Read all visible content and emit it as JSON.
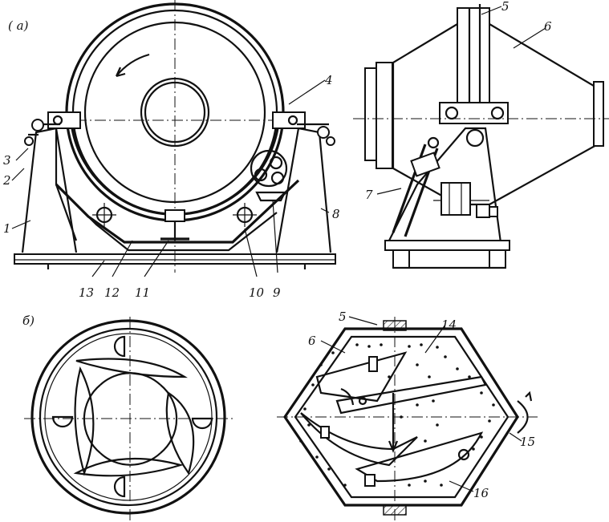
{
  "sections": {
    "a": "( а)",
    "b": "б)"
  },
  "labels": [
    "1",
    "2",
    "3",
    "4",
    "5",
    "6",
    "7",
    "8",
    "9",
    "10",
    "11",
    "12",
    "13",
    "5",
    "6",
    "14",
    "15",
    "16"
  ]
}
